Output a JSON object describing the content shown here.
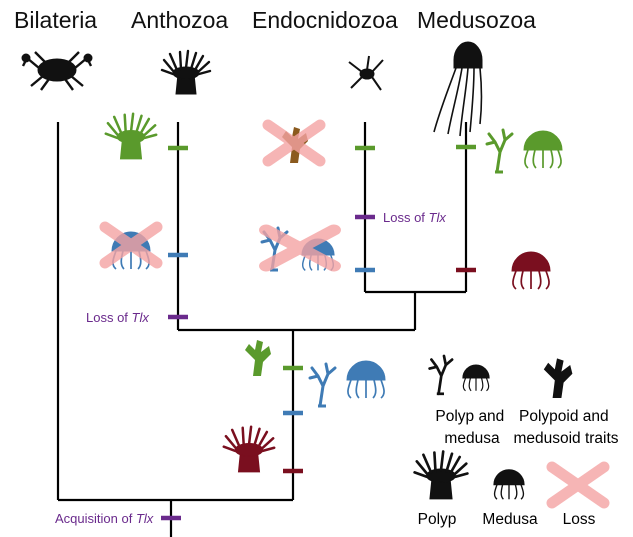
{
  "taxa": {
    "bilateria": "Bilateria",
    "anthozoa": "Anthozoa",
    "endocnidozoa": "Endocnidozoa",
    "medusozoa": "Medusozoa"
  },
  "events": {
    "acquisition_prefix": "Acquisition of ",
    "loss_prefix": "Loss of ",
    "gene": "Tlx"
  },
  "legend": {
    "polyp_and_medusa": [
      "Polyp and",
      "medusa"
    ],
    "polypoid_medusoid": [
      "Polypoid and",
      "medusoid traits"
    ],
    "polyp": "Polyp",
    "medusa": "Medusa",
    "loss": "Loss"
  },
  "colors": {
    "polyp_green": "#5a9a2c",
    "medusa_blue": "#3f7bb5",
    "medusa_red": "#7a0f1f",
    "gene_purple": "#6a2a8c",
    "loss_pink": "#f4a3a3",
    "brown": "#8b5a1e",
    "black": "#111111"
  },
  "icons": {
    "bilateria": "crab-icon",
    "anthozoa": "sea-anemone-icon",
    "endocnidozoa": "myxozoan-spore-icon",
    "medusozoa": "jellyfish-icon"
  }
}
